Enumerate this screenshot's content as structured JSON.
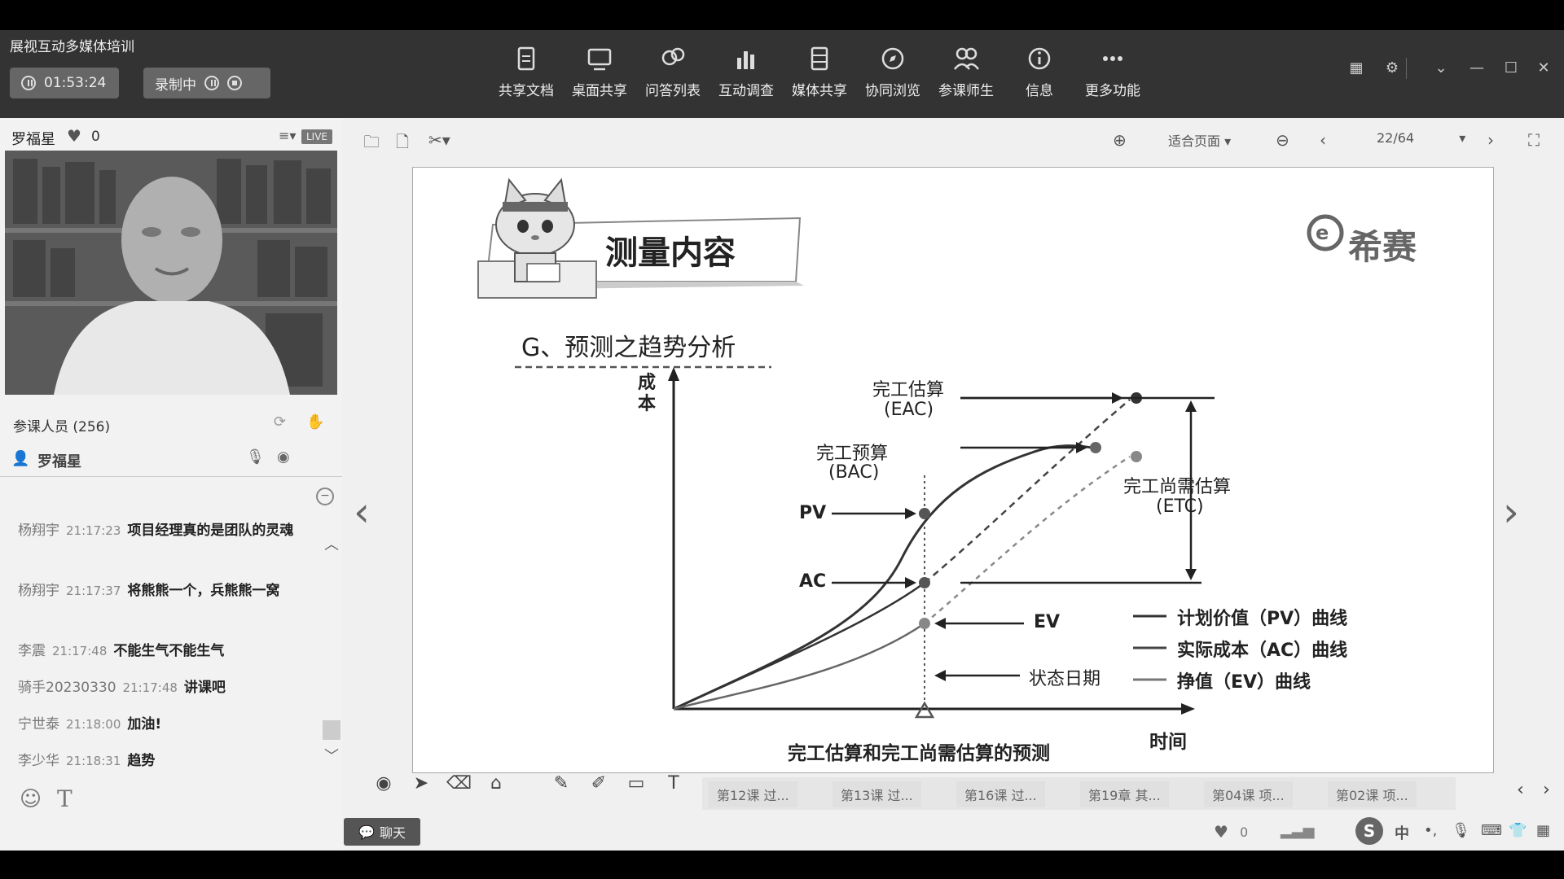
{
  "app": {
    "title": "展视互动多媒体培训"
  },
  "session": {
    "timer": "01:53:24",
    "recording_label": "录制中"
  },
  "toolbar": {
    "items": [
      {
        "label": "共享文档",
        "icon": "document-icon"
      },
      {
        "label": "桌面共享",
        "icon": "desktop-icon"
      },
      {
        "label": "问答列表",
        "icon": "qa-icon"
      },
      {
        "label": "互动调查",
        "icon": "chart-icon"
      },
      {
        "label": "媒体共享",
        "icon": "film-icon"
      },
      {
        "label": "协同浏览",
        "icon": "compass-icon"
      },
      {
        "label": "参课师生",
        "icon": "people-icon"
      },
      {
        "label": "信息",
        "icon": "info-icon"
      },
      {
        "label": "更多功能",
        "icon": "more-icon"
      }
    ]
  },
  "presenter": {
    "name": "罗福星",
    "likes": "0",
    "live_badge": "LIVE"
  },
  "participants": {
    "label": "参课人员 (256)",
    "speaker": "罗福星"
  },
  "chat": {
    "messages": [
      {
        "name": "杨翔宇",
        "time": "21:17:23",
        "text": "项目经理真的是团队的灵魂"
      },
      {
        "name": "杨翔宇",
        "time": "21:17:37",
        "text": "将熊熊一个，兵熊熊一窝"
      },
      {
        "name": "李震",
        "time": "21:17:48",
        "text": "不能生气不能生气"
      },
      {
        "name": "骑手20230330",
        "time": "21:17:48",
        "text": "讲课吧"
      },
      {
        "name": "宁世泰",
        "time": "21:18:00",
        "text": "加油!"
      },
      {
        "name": "李少华",
        "time": "21:18:31",
        "text": "趋势"
      }
    ],
    "chat_button": "聊天"
  },
  "doc_toolbar": {
    "fit_label": "适合页面",
    "page": "22/64"
  },
  "course_tabs": [
    "第12课 过...",
    "第13课 过...",
    "第16课 过...",
    "第19章 其...",
    "第04课 项...",
    "第02课 项..."
  ],
  "status": {
    "likes": "0",
    "ime": "中"
  },
  "slide": {
    "header": "测量内容",
    "brand": "希赛",
    "subtitle": "G、预测之趋势分析",
    "y_axis": "成本",
    "x_axis": "时间",
    "caption": "完工估算和完工尚需估算的预测",
    "labels": {
      "eac": "完工估算",
      "eac_abbr": "(EAC)",
      "bac": "完工预算",
      "bac_abbr": "(BAC)",
      "etc": "完工尚需估算",
      "etc_abbr": "(ETC)",
      "pv": "PV",
      "ac": "AC",
      "ev": "EV",
      "status_date": "状态日期"
    },
    "legend": [
      "计划价值（PV）曲线",
      "实际成本（AC）曲线",
      "挣值（EV）曲线"
    ]
  }
}
